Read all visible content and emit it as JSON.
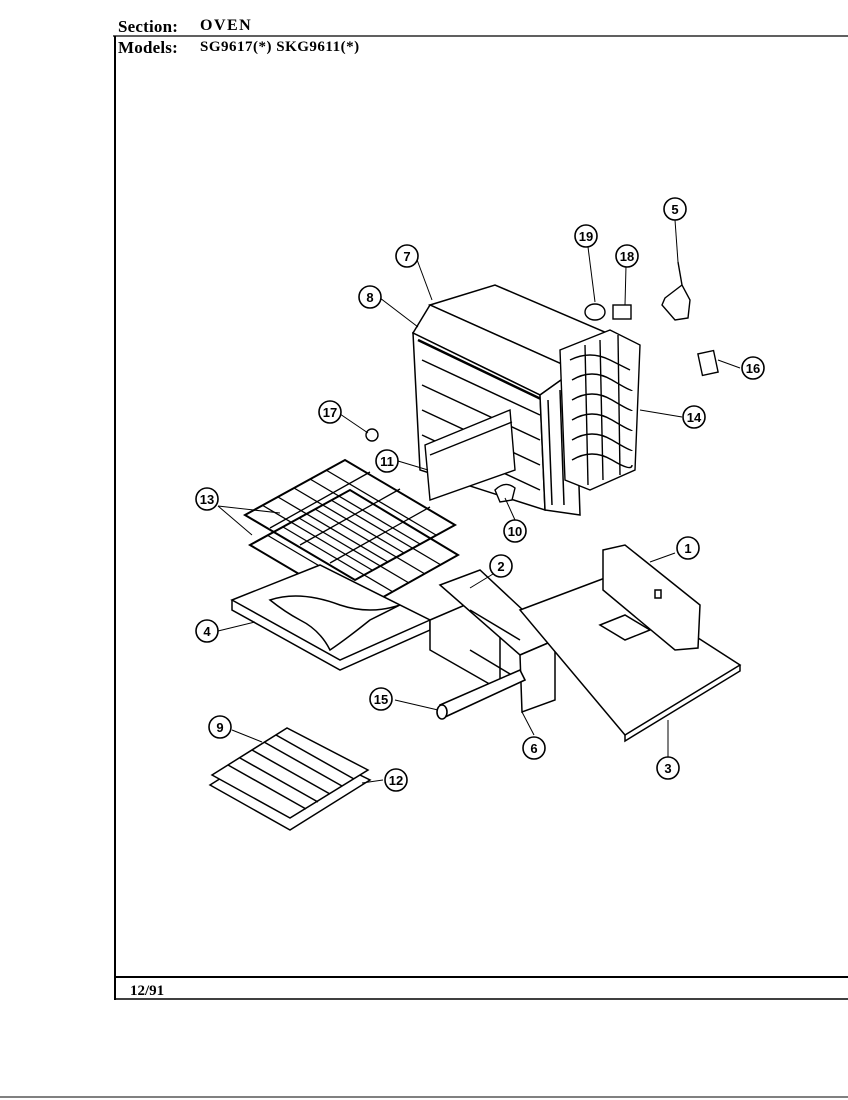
{
  "header": {
    "section_label": "Section:",
    "section_value": "OVEN",
    "models_label": "Models:",
    "models_value": "SG9617(*)  SKG9611(*)"
  },
  "footer": {
    "date": "12/91"
  },
  "callouts": [
    "1",
    "2",
    "3",
    "4",
    "5",
    "6",
    "7",
    "8",
    "9",
    "10",
    "11",
    "12",
    "13",
    "14",
    "15",
    "16",
    "17",
    "18",
    "19"
  ]
}
